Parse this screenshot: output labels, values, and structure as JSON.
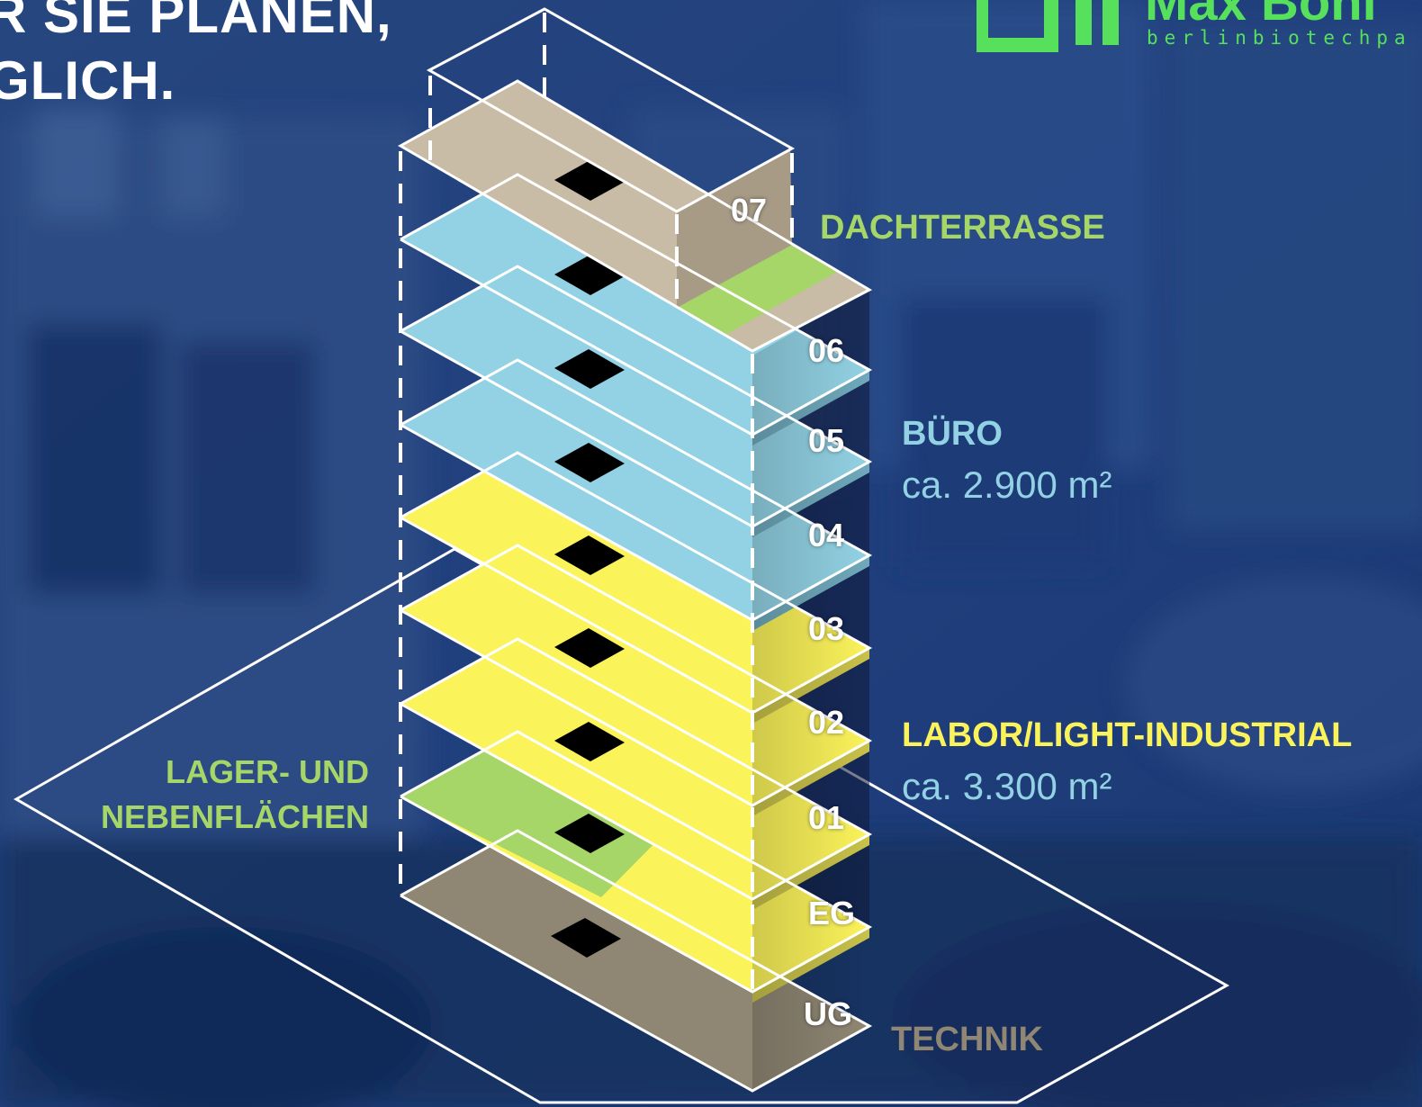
{
  "headline": {
    "line1": "R SIE PLANEN,",
    "line2": "GLICH."
  },
  "logo": {
    "wordmark": "Max Bohl",
    "tagline": "berlinbiotechpa"
  },
  "floors": [
    "07",
    "06",
    "05",
    "04",
    "03",
    "02",
    "01",
    "EG",
    "UG"
  ],
  "zones": {
    "dachterrasse": {
      "title": "DACHTERRASSE"
    },
    "buero": {
      "title": "BÜRO",
      "area": "ca. 2.900 m²"
    },
    "labor": {
      "title": "LABOR/LIGHT-INDUSTRIAL",
      "area": "ca. 3.300 m²"
    },
    "lager": {
      "title": "LAGER- UND NEBENFLÄCHEN"
    },
    "technik": {
      "title": "TECHNIK"
    }
  },
  "colors": {
    "background": "#1f3f7e",
    "buero": "#92d2e4",
    "labor": "#fbf35a",
    "lager": "#a6d667",
    "technik": "#8f8673",
    "dach": "#c9bca7",
    "logo": "#57e05b"
  }
}
